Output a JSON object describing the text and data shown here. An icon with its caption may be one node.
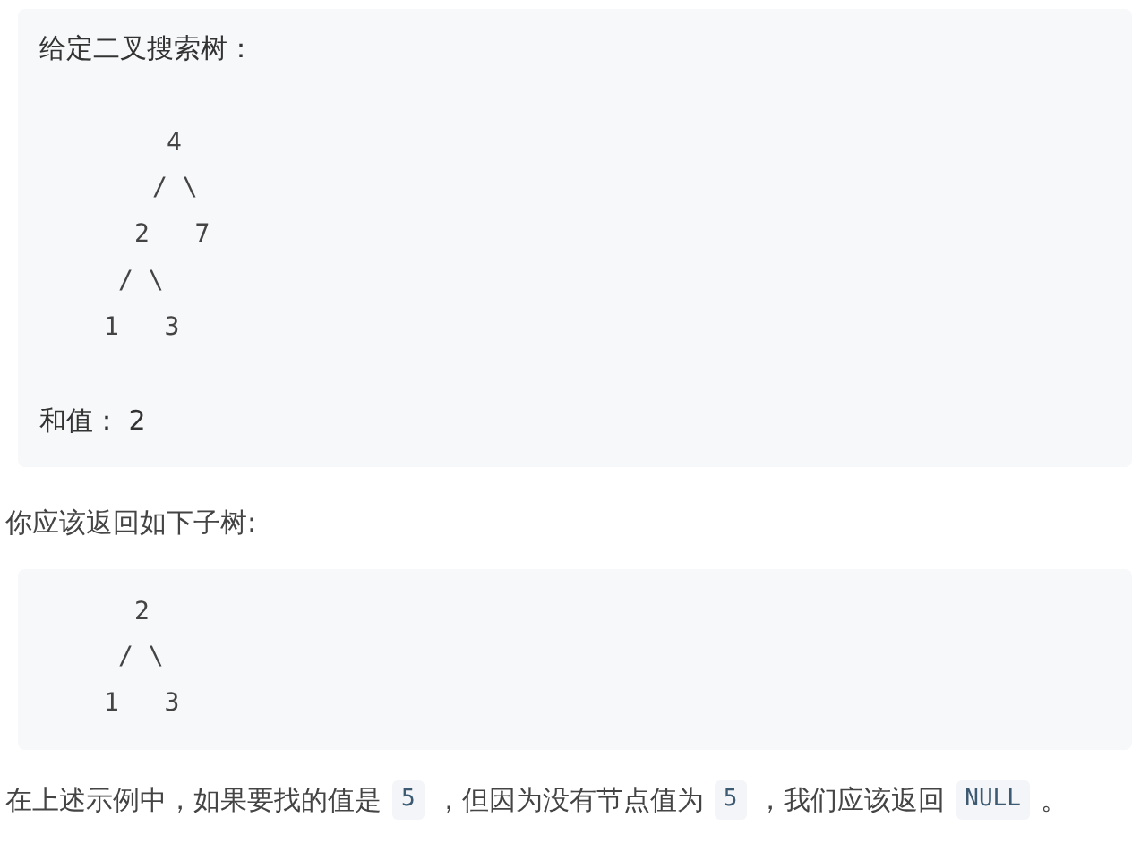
{
  "diagram": {
    "nodes": [
      {
        "text": [
          "给定二叉搜索树：",
          "4",
          "/ \\",
          "2   7",
          "/ \\",
          "1   3",
          "和值： 2"
        ]
      },
      {
        "text": [
          "2",
          "/ \\",
          "1   3"
        ]
      }
    ],
    "labels": [
      "你应该返回如下子树:",
      "在上述示例中，如果要找的值是",
      "5",
      "，但因为没有节点值为",
      "5",
      "，我们应该返回",
      "NULL",
      "。"
    ]
  }
}
